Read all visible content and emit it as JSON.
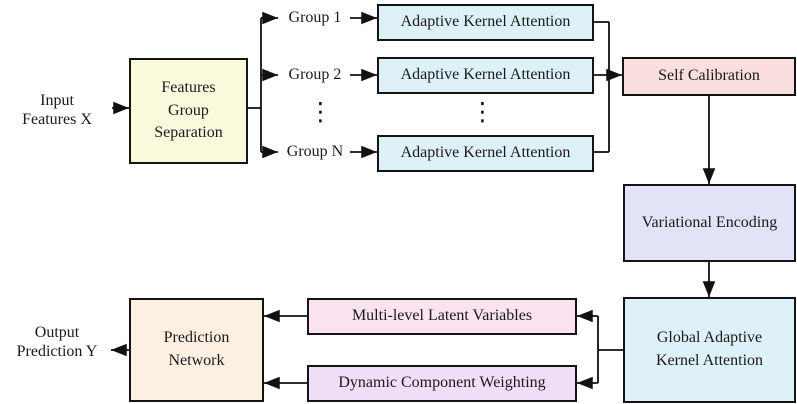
{
  "figure": {
    "colors": {
      "line": "#111111",
      "text": "#1a1a1a",
      "separation_fill": "#fbf9dc",
      "attention_fill": "#def0f8",
      "self_calibration_fill": "#fbdfdf",
      "variational_fill": "#e3e3f8",
      "multi_level_fill": "#fbe3f0",
      "dynamic_fill": "#f0ddf8",
      "prediction_fill": "#fcf0e3"
    },
    "input_label": "Input\nFeatures X",
    "output_label": "Output\nPrediction Y",
    "group_labels": [
      "Group 1",
      "Group 2",
      "Group N"
    ],
    "icons": {
      "vertical_ellipsis": "⋮"
    },
    "nodes": {
      "separation": {
        "label": "Features\nGroup\nSeparation",
        "fill": "#fbf9dc"
      },
      "aka1": {
        "label": "Adaptive Kernel Attention",
        "fill": "#def0f8"
      },
      "aka2": {
        "label": "Adaptive Kernel Attention",
        "fill": "#def0f8"
      },
      "akaN": {
        "label": "Adaptive Kernel Attention",
        "fill": "#def0f8"
      },
      "self_calibration": {
        "label": "Self Calibration",
        "fill": "#fbdfdf"
      },
      "variational_encoding": {
        "label": "Variational Encoding",
        "fill": "#e3e3f8"
      },
      "global_aka": {
        "label": "Global Adaptive\nKernel Attention",
        "fill": "#def0f8"
      },
      "multi_level": {
        "label": "Multi-level Latent Variables",
        "fill": "#fbe3f0"
      },
      "dynamic_weighting": {
        "label": "Dynamic Component Weighting",
        "fill": "#f0ddf8"
      },
      "prediction_network": {
        "label": "Prediction\nNetwork",
        "fill": "#fcf0e3"
      }
    }
  }
}
